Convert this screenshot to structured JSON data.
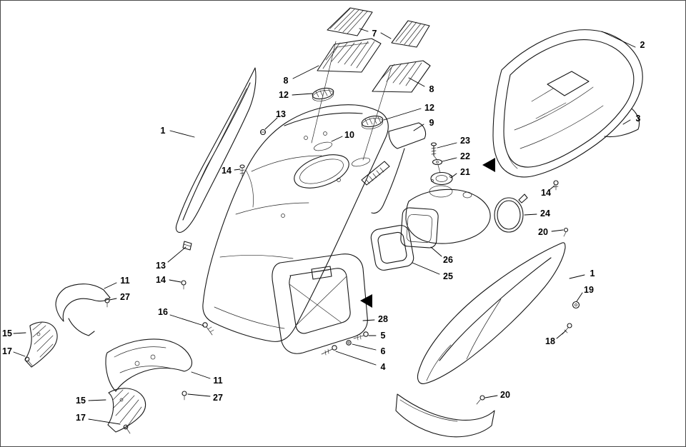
{
  "page": {
    "background_color": "#ffffff",
    "line_color": "#161616",
    "border_color": "#4a4a4a"
  },
  "diagram": {
    "type": "exploded-parts-diagram",
    "icons": {
      "direction_arrow": "filled left-pointing triangle"
    },
    "callouts": [
      {
        "label": "1"
      },
      {
        "label": "7"
      },
      {
        "label": "8"
      },
      {
        "label": "8"
      },
      {
        "label": "12"
      },
      {
        "label": "13"
      },
      {
        "label": "12"
      },
      {
        "label": "9"
      },
      {
        "label": "10"
      },
      {
        "label": "14"
      },
      {
        "label": "23"
      },
      {
        "label": "22"
      },
      {
        "label": "21"
      },
      {
        "label": "2"
      },
      {
        "label": "3"
      },
      {
        "label": "14"
      },
      {
        "label": "24"
      },
      {
        "label": "20"
      },
      {
        "label": "26"
      },
      {
        "label": "25"
      },
      {
        "label": "13"
      },
      {
        "label": "14"
      },
      {
        "label": "11"
      },
      {
        "label": "27"
      },
      {
        "label": "15"
      },
      {
        "label": "17"
      },
      {
        "label": "16"
      },
      {
        "label": "28"
      },
      {
        "label": "5"
      },
      {
        "label": "6"
      },
      {
        "label": "4"
      },
      {
        "label": "1"
      },
      {
        "label": "19"
      },
      {
        "label": "18"
      },
      {
        "label": "11"
      },
      {
        "label": "27"
      },
      {
        "label": "15"
      },
      {
        "label": "17"
      },
      {
        "label": "20"
      }
    ]
  }
}
